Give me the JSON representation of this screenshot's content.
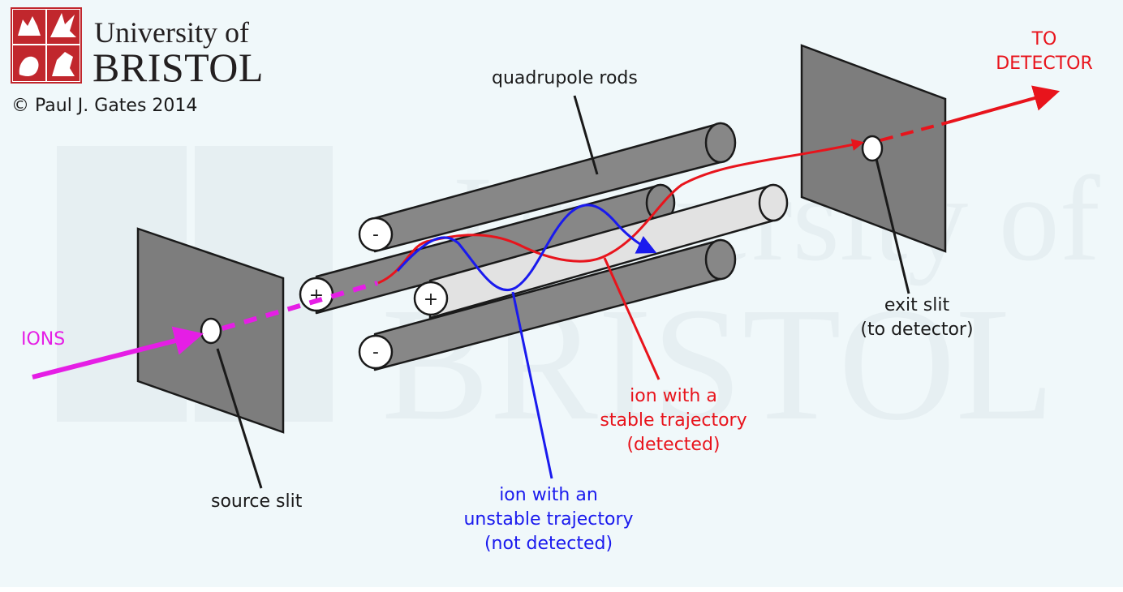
{
  "logo": {
    "line1": "University of",
    "line2": "BRISTOL",
    "crest_icon": "university-of-bristol-crest-icon"
  },
  "copyright": "© Paul J. Gates 2014",
  "watermark": {
    "line1": "University of",
    "line2": "BRISTOL"
  },
  "labels": {
    "ions": "IONS",
    "to_detector_1": "TO",
    "to_detector_2": "DETECTOR",
    "quadrupole_rods": "quadrupole rods",
    "source_slit": "source slit",
    "exit_slit_1": "exit slit",
    "exit_slit_2": "(to detector)",
    "stable_1": "ion with a",
    "stable_2": "stable trajectory",
    "stable_3": "(detected)",
    "unstable_1": "ion with an",
    "unstable_2": "unstable trajectory",
    "unstable_3": "(not detected)"
  },
  "rod_signs": {
    "top": "-",
    "middle_left": "+",
    "middle_right": "+",
    "bottom": "-"
  },
  "colors": {
    "ions": "#e51ee5",
    "stable": "#e8141c",
    "unstable": "#1a1aee",
    "rod_dark": "#878787",
    "rod_light": "#e2e2e2",
    "slit_plate": "#7d7d7d",
    "background": "#f0f8fa"
  }
}
